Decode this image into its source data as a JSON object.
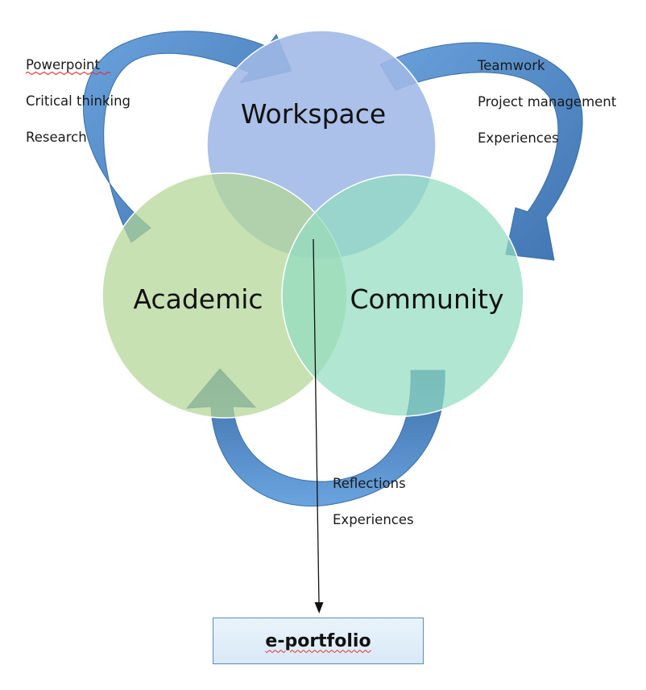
{
  "circles": {
    "top": {
      "label": "Workspace",
      "color": "#9fb8e6"
    },
    "left": {
      "label": "Academic",
      "color": "#b3d694"
    },
    "right": {
      "label": "Community",
      "color": "#91dcc1"
    }
  },
  "arrow_color": "#5b93d3",
  "arrow_dark": "#3a6ea8",
  "notes": {
    "top_left": [
      "Powerpoint",
      "Critical thinking",
      "Research"
    ],
    "top_right": [
      "Teamwork",
      "Project management",
      "Experiences"
    ],
    "bottom": [
      "Reflections",
      "Experiences"
    ]
  },
  "output": {
    "label": "e-portfolio"
  }
}
